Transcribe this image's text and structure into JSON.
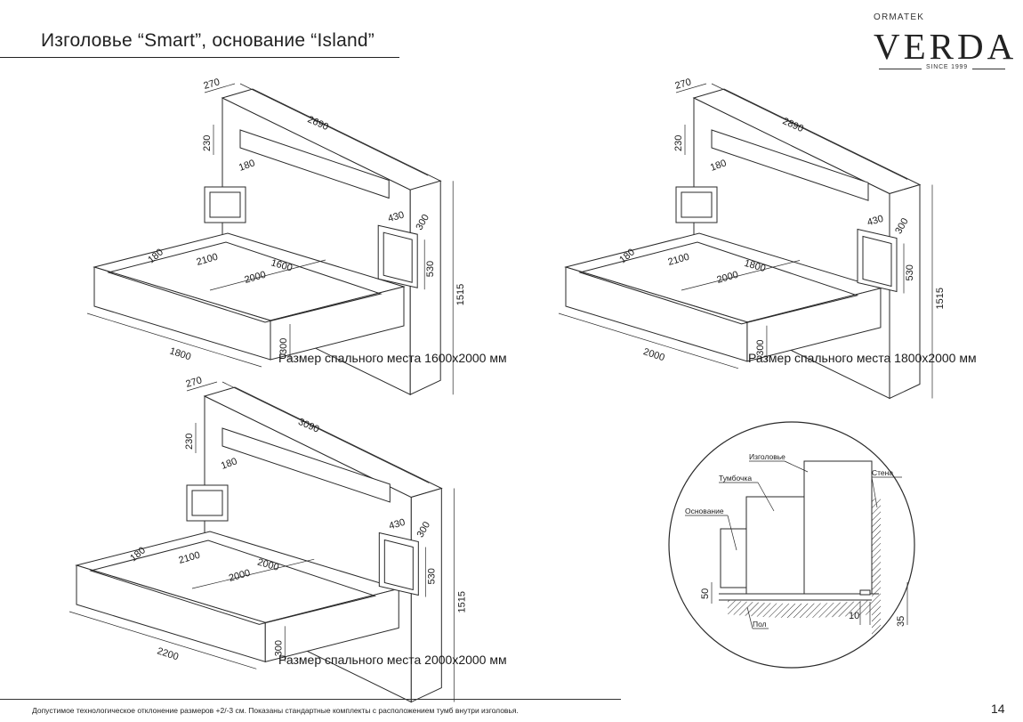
{
  "header": {
    "title": "Изголовье “Smart”, основание “Island”",
    "logo": {
      "small": "ORMATEK",
      "main": "VERDA",
      "since": "SINCE 1999"
    }
  },
  "drawings": [
    {
      "caption": "Размер спального места 1600x2000 мм",
      "dims": {
        "depth": "270",
        "headboard_width": "2690",
        "niche_height": "230",
        "niche_depth": "180",
        "height": "1515",
        "nightstand_width": "430",
        "nightstand_depth": "300",
        "nightstand_height": "530",
        "base_height": "300",
        "base_width": "1800",
        "inner_length": "2100",
        "border": "180",
        "mattress_width": "1600",
        "mattress_length": "2000"
      }
    },
    {
      "caption": "Размер спального места 1800x2000 мм",
      "dims": {
        "depth": "270",
        "headboard_width": "2890",
        "niche_height": "230",
        "niche_depth": "180",
        "height": "1515",
        "nightstand_width": "430",
        "nightstand_depth": "300",
        "nightstand_height": "530",
        "base_height": "300",
        "base_width": "2000",
        "inner_length": "2100",
        "border": "180",
        "mattress_width": "1800",
        "mattress_length": "2000"
      }
    },
    {
      "caption": "Размер спального места 2000x2000 мм",
      "dims": {
        "depth": "270",
        "headboard_width": "3090",
        "niche_height": "230",
        "niche_depth": "180",
        "height": "1515",
        "nightstand_width": "430",
        "nightstand_depth": "300",
        "nightstand_height": "530",
        "base_height": "300",
        "base_width": "2200",
        "inner_length": "2100",
        "border": "180",
        "mattress_width": "2000",
        "mattress_length": "2000"
      }
    }
  ],
  "detail": {
    "labels": {
      "headboard": "Изголовье",
      "nightstand": "Тумбочка",
      "base": "Основание",
      "wall": "Стена",
      "floor": "Пол"
    },
    "dims": {
      "base_gap": "50",
      "wall_gap": "10",
      "floor_gap": "35"
    }
  },
  "footer": {
    "note": "Допустимое технологическое отклонение размеров +2/-3 см.  Показаны стандартные комплекты с расположением тумб внутри изголовья.",
    "page_number": "14"
  }
}
